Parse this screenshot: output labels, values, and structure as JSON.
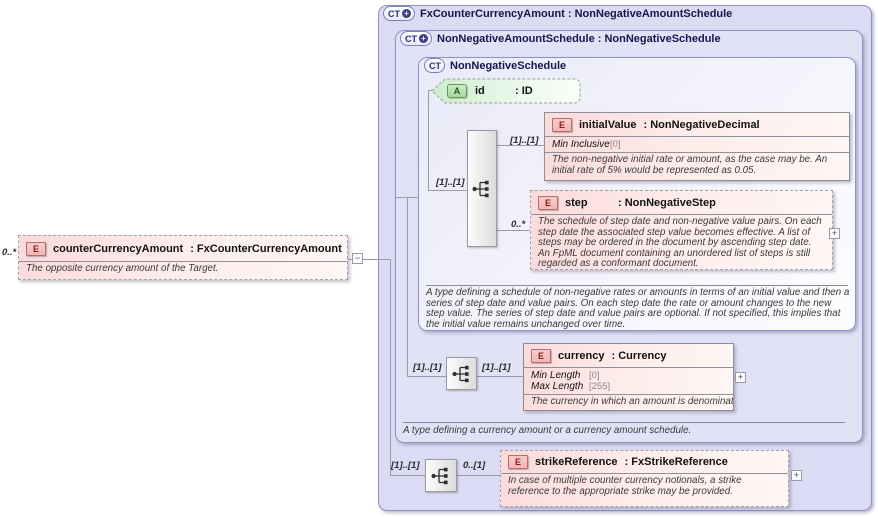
{
  "colors": {
    "type_box_fill": "#dbdcf3",
    "type_box_border": "#8f92c4",
    "element_fill": "#fbdada",
    "element_badge_fill": "#f3b6b6",
    "attribute_fill": "#cdebc5",
    "line_gray": "#9b9ba4"
  },
  "source_element": {
    "cardinality": "0..*",
    "badge": "E",
    "name": "counterCurrencyAmount",
    "type_suffix": ": FxCounterCurrencyAmount",
    "description": "The opposite currency amount of the Target.",
    "toggle": "−"
  },
  "fx": {
    "badge": "CT",
    "badge_plus": "+",
    "title": "FxCounterCurrencyAmount : NonNegativeAmountSchedule",
    "nnas": {
      "badge": "CT",
      "badge_plus": "+",
      "title": "NonNegativeAmountSchedule : NonNegativeSchedule",
      "footer_description": "A type defining a currency amount or a currency amount schedule.",
      "nns": {
        "badge": "CT",
        "title": "NonNegativeSchedule",
        "attribute_id": {
          "badge": "A",
          "name": "id",
          "type_suffix": ": ID"
        },
        "sequence_cardinality": "[1]..[1]",
        "initial_value": {
          "cardinality": "[1]..[1]",
          "badge": "E",
          "name": "initialValue",
          "type_suffix": ": NonNegativeDecimal",
          "facets": [
            {
              "label": "Min Inclusive",
              "value": "[0]"
            }
          ],
          "description": "The non-negative initial rate or amount, as the case may be. An initial rate of 5% would be represented as 0.05."
        },
        "step": {
          "cardinality": "0..*",
          "badge": "E",
          "name": "step",
          "type_suffix": ": NonNegativeStep",
          "description": "The schedule of step date and non-negative value pairs. On each step date the associated step value becomes effective. A list of steps may be ordered in the document by ascending step date. An FpML document containing an unordered list of steps is still regarded as a conformant document.",
          "toggle": "+"
        },
        "footer_description": "A type defining a schedule of non-negative rates or amounts in terms of an initial value and then a series of step date and value pairs. On each step date the rate or amount changes to the new step value. The series of step date and value pairs are optional. If not specified, this implies that the initial value remains unchanged over time."
      },
      "currency": {
        "cardinality_left": "[1]..[1]",
        "cardinality_right": "[1]..[1]",
        "badge": "E",
        "name": "currency",
        "type_suffix": ": Currency",
        "facets": [
          {
            "label": "Min Length",
            "value": "[0]"
          },
          {
            "label": "Max Length",
            "value": "[255]"
          }
        ],
        "description": "The currency in which an amount is denominated.",
        "toggle": "+"
      }
    },
    "strike_reference": {
      "cardinality_left": "[1]..[1]",
      "cardinality_right": "0..[1]",
      "badge": "E",
      "name": "strikeReference",
      "type_suffix": ": FxStrikeReference",
      "description": "In case of multiple counter currency notionals, a strike reference to the appropriate strike may be provided.",
      "toggle": "+"
    }
  }
}
